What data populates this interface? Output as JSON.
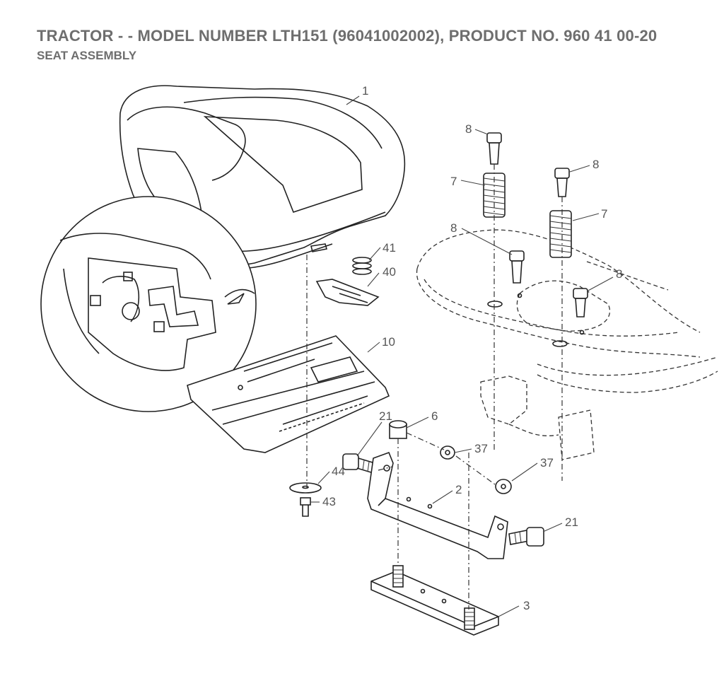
{
  "header": {
    "title": "TRACTOR - - MODEL NUMBER LTH151 (96041002002), PRODUCT NO. 960 41 00-20",
    "subtitle": "SEAT ASSEMBLY"
  },
  "callouts": {
    "c1": "1",
    "c8a": "8",
    "c8b": "8",
    "c8c": "8",
    "c8d": "8",
    "c7a": "7",
    "c7b": "7",
    "c41": "41",
    "c40": "40",
    "c10": "10",
    "c6": "6",
    "c21a": "21",
    "c21b": "21",
    "c37a": "37",
    "c37b": "37",
    "c2": "2",
    "c44": "44",
    "c43": "43",
    "c3": "3"
  }
}
